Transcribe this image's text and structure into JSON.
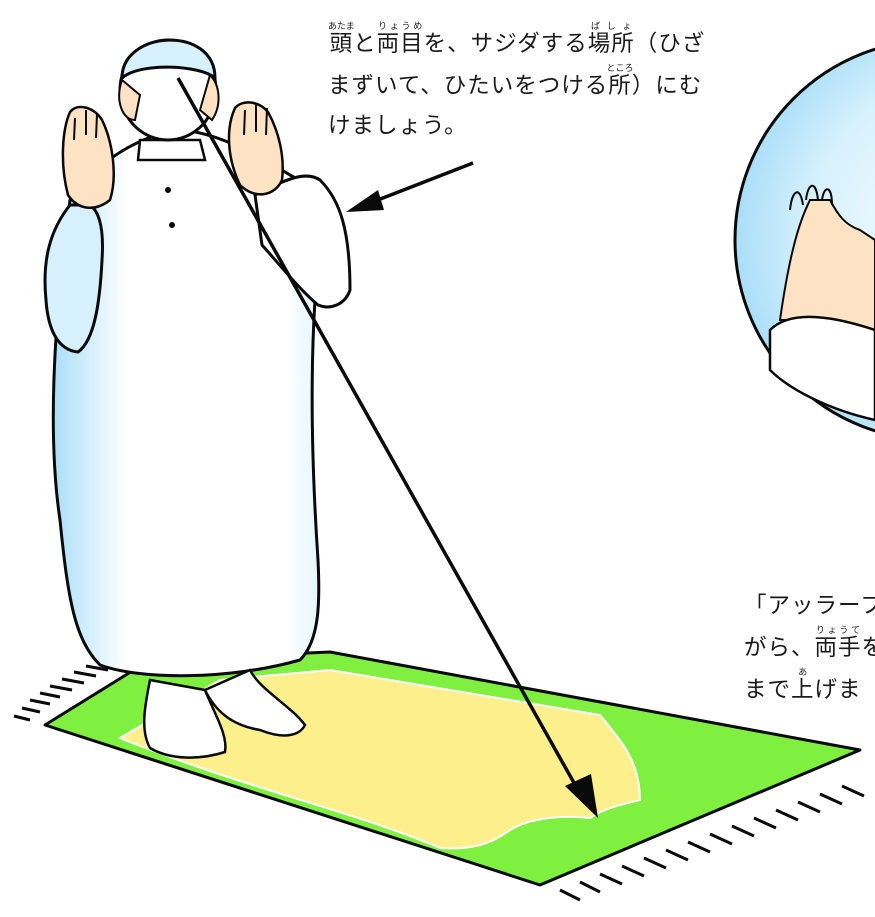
{
  "caption_top": {
    "segments": [
      {
        "base": "頭",
        "ruby": "あたま"
      },
      {
        "text": "と"
      },
      {
        "base": "両目",
        "ruby": "りょうめ"
      },
      {
        "text": "を、サジダする"
      },
      {
        "base": "場所",
        "ruby": "ばしょ"
      },
      {
        "text": "（ひざ"
      },
      {
        "text": "まずいて、ひたいをつける"
      },
      {
        "base": "所",
        "ruby": "ところ"
      },
      {
        "text": "）にむ"
      },
      {
        "text": "けましょう。"
      }
    ]
  },
  "caption_right": {
    "segments": [
      {
        "text": "「アッラーフ"
      },
      {
        "text": "がら、"
      },
      {
        "base": "両手",
        "ruby": "りょうて"
      },
      {
        "text": "を"
      },
      {
        "text": "まで"
      },
      {
        "base": "上",
        "ruby": "あ"
      },
      {
        "text": "げま"
      }
    ]
  },
  "colors": {
    "robe_shade": "#bfe8fb",
    "skin": "#fde2c4",
    "rug_green": "#80f040",
    "rug_center": "#fdf08c",
    "outline": "#0a0a0a"
  }
}
